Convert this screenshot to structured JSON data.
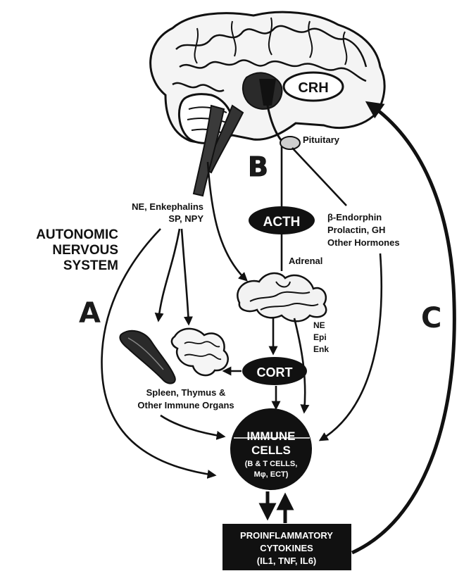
{
  "nodes": {
    "crh": "CRH",
    "pituitary": "Pituitary",
    "acth": "ACTH",
    "adrenal": "Adrenal",
    "cort": "CORT",
    "immune_title": "IMMUNE",
    "immune_cells": "CELLS",
    "immune_line1": "(B & T CELLS,",
    "immune_line2": "Mφ, ECT)",
    "cytokines_line1": "PROINFLAMMATORY",
    "cytokines_line2": "CYTOKINES",
    "cytokines_line3": "(IL1, TNF, IL6)"
  },
  "labels": {
    "ans_line1": "AUTONOMIC",
    "ans_line2": "NERVOUS",
    "ans_line3": "SYSTEM",
    "ne_line1": "NE, Enkephalins",
    "ne_line2": "SP, NPY",
    "hormones_line1": "β-Endorphin",
    "hormones_line2": "Prolactin, GH",
    "hormones_line3": "Other Hormones",
    "adrenal_out1": "NE",
    "adrenal_out2": "Epi",
    "adrenal_out3": "Enk",
    "organs_line1": "Spleen, Thymus &",
    "organs_line2": "Other Immune Organs"
  },
  "pathways": {
    "a": "A",
    "b": "B",
    "c": "C"
  }
}
